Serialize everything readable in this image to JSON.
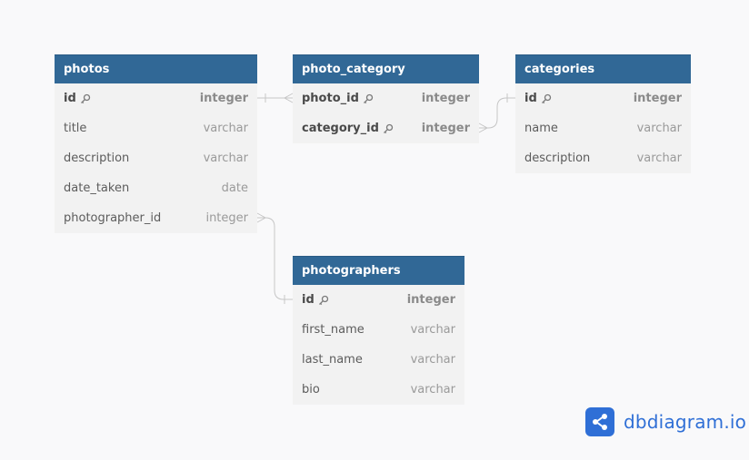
{
  "tables": {
    "photos": {
      "title": "photos",
      "rows": [
        {
          "name": "id",
          "type": "integer",
          "pk": true
        },
        {
          "name": "title",
          "type": "varchar",
          "pk": false
        },
        {
          "name": "description",
          "type": "varchar",
          "pk": false
        },
        {
          "name": "date_taken",
          "type": "date",
          "pk": false
        },
        {
          "name": "photographer_id",
          "type": "integer",
          "pk": false
        }
      ]
    },
    "photo_category": {
      "title": "photo_category",
      "rows": [
        {
          "name": "photo_id",
          "type": "integer",
          "pk": true
        },
        {
          "name": "category_id",
          "type": "integer",
          "pk": true
        }
      ]
    },
    "categories": {
      "title": "categories",
      "rows": [
        {
          "name": "id",
          "type": "integer",
          "pk": true
        },
        {
          "name": "name",
          "type": "varchar",
          "pk": false
        },
        {
          "name": "description",
          "type": "varchar",
          "pk": false
        }
      ]
    },
    "photographers": {
      "title": "photographers",
      "rows": [
        {
          "name": "id",
          "type": "integer",
          "pk": true
        },
        {
          "name": "first_name",
          "type": "varchar",
          "pk": false
        },
        {
          "name": "last_name",
          "type": "varchar",
          "pk": false
        },
        {
          "name": "bio",
          "type": "varchar",
          "pk": false
        }
      ]
    }
  },
  "relationships": [
    {
      "from": "photos.id",
      "to": "photo_category.photo_id",
      "from_end": "one",
      "to_end": "many"
    },
    {
      "from": "photo_category.category_id",
      "to": "categories.id",
      "from_end": "many",
      "to_end": "one"
    },
    {
      "from": "photos.photographer_id",
      "to": "photographers.id",
      "from_end": "many",
      "to_end": "one"
    }
  ],
  "brand": {
    "name": "dbdiagram.io",
    "logo_color": "#2f6fd6"
  },
  "colors": {
    "header": "#316896",
    "body": "#f2f2f2",
    "canvas": "#f9f9fa",
    "connector": "#c6c6c6"
  },
  "icons": {
    "primary_key": "key-icon",
    "logo": "share-nodes-icon"
  }
}
